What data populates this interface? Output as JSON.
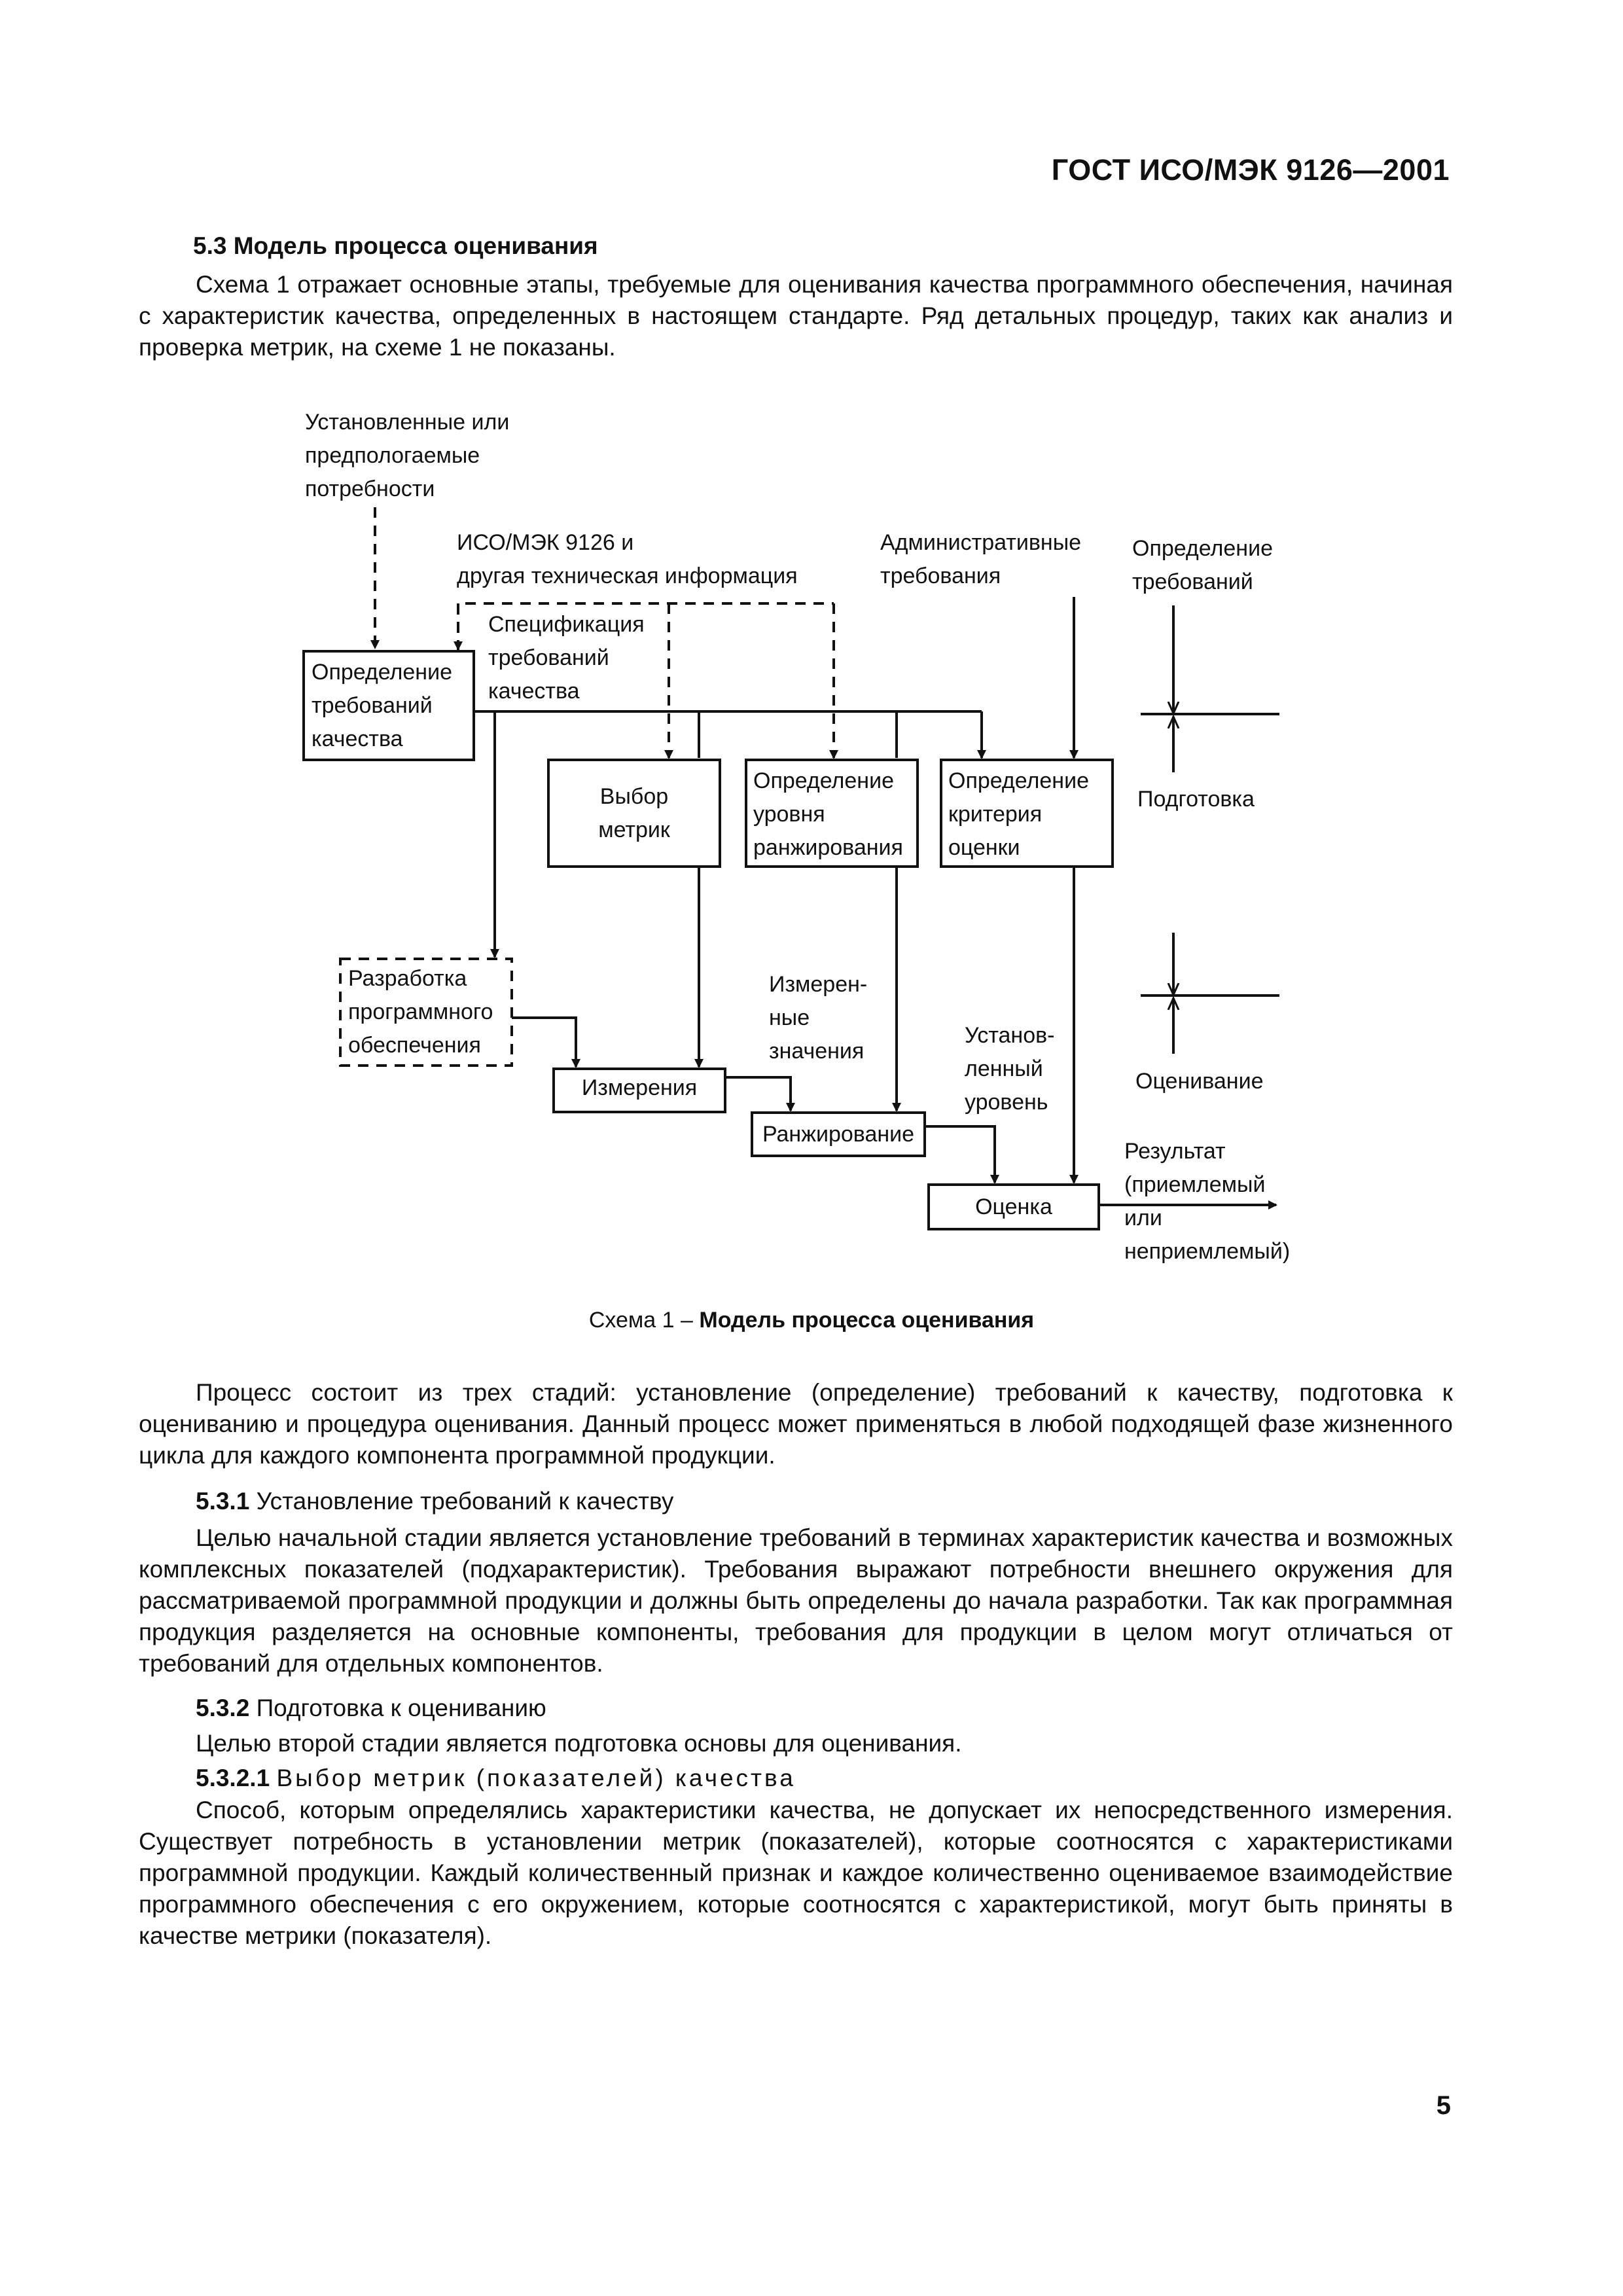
{
  "header": {
    "standard_code": "ГОСТ ИСО/МЭК 9126—2001"
  },
  "section": {
    "title": "5.3 Модель процесса оценивания",
    "intro": "Схема 1 отражает основные этапы, требуемые для оценивания качества программного обеспечения, начиная с характеристик качества, определенных в настоящем стандарте. Ряд детальных процедур, таких как анализ и проверка метрик, на схеме 1 не показаны."
  },
  "diagram": {
    "needs_label": [
      "Установленные или",
      "предпологаемые",
      "потребности"
    ],
    "iso_label": [
      "ИСО/МЭК 9126 и",
      "другая техническая информация"
    ],
    "admin_label": [
      "Административные",
      "требования"
    ],
    "spec_label": [
      "Спецификация",
      "требований",
      "качества"
    ],
    "box_requirements": [
      "Определение",
      "требований",
      "качества"
    ],
    "box_metrics": [
      "Выбор",
      "метрик"
    ],
    "box_rating_level": [
      "Определение",
      "уровня",
      "ранжирования"
    ],
    "box_criteria": [
      "Определение",
      "критерия",
      "оценки"
    ],
    "box_development": [
      "Разработка",
      "программного",
      "обеспечения"
    ],
    "box_measure": "Измерения",
    "box_rank": "Ранжирование",
    "box_assess": "Оценка",
    "measured_label": [
      "Измерен-",
      "ные",
      "значения"
    ],
    "level_label": [
      "Установ-",
      "ленный",
      "уровень"
    ],
    "result_label": [
      "Результат",
      "(приемлемый",
      "или",
      "неприемлемый)"
    ],
    "stage_define": [
      "Определение",
      "требований"
    ],
    "stage_prepare": "Подготовка",
    "stage_assess": "Оценивание"
  },
  "caption": {
    "prefix": "Схема 1 – ",
    "title": "Модель процесса оценивания"
  },
  "body": {
    "p1": "Процесс состоит из трех стадий: установление (определение) требований к качеству, подготовка к оцениванию и процедура оценивания. Данный процесс может применяться в любой подходящей фазе жизненного цикла для каждого компонента программной продукции.",
    "s531_num": "5.3.1",
    "s531_title": "Установление требований к качеству",
    "p2": "Целью начальной стадии является установление требований в терминах характеристик качества и возможных комплексных показателей (подхарактеристик). Требования выражают потребности внешнего окружения для рассматриваемой программной продукции и должны быть определены до начала разработки. Так как программная продукция разделяется на основные компоненты, требования для продукции в целом могут отличаться от требований для отдельных компонентов.",
    "s532_num": "5.3.2",
    "s532_title": "Подготовка к оцениванию",
    "p3": "Целью второй стадии является подготовка основы для оценивания.",
    "s5321_num": "5.3.2.1",
    "s5321_title": "Выбор метрик (показателей) качества",
    "p4": "Способ, которым определялись характеристики качества, не допускает их непосредственного измерения. Существует потребность в установлении метрик (показателей), которые соотносятся с характеристиками программной продукции. Каждый количественный признак и каждое количественно оцениваемое взаимодействие программного обеспечения с его окружением, которые соотносятся с характеристикой, могут быть приняты в качестве метрики (показателя)."
  },
  "footer": {
    "page_number": "5"
  }
}
